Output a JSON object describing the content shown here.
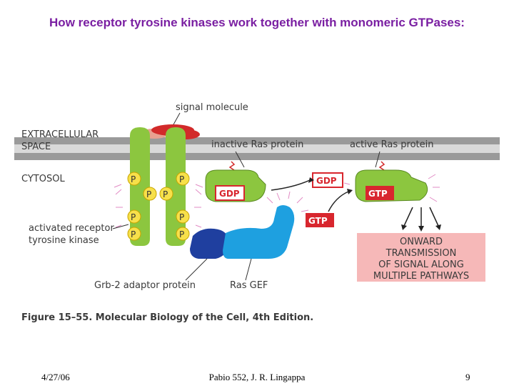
{
  "slide": {
    "title": "How receptor tyrosine kinases work together with monomeric GTPases:"
  },
  "figure": {
    "labels": {
      "signal_molecule": "signal molecule",
      "extracellular_space_line1": "EXTRACELLULAR",
      "extracellular_space_line2": "SPACE",
      "cytosol": "CYTOSOL",
      "inactive_ras": "inactive Ras protein",
      "active_ras": "active Ras protein",
      "activated_receptor_line1": "activated receptor",
      "activated_receptor_line2": "tyrosine kinase",
      "grb2": "Grb-2 adaptor protein",
      "ras_gef": "Ras GEF",
      "phospho": "P",
      "gdp_on_ras": "GDP",
      "gdp_released": "GDP",
      "gtp_incoming": "GTP",
      "gtp_on_ras": "GTP",
      "onward_line1": "ONWARD",
      "onward_line2": "TRANSMISSION",
      "onward_line3": "OF SIGNAL ALONG",
      "onward_line4": "MULTIPLE PATHWAYS",
      "caption": "Figure 15–55. Molecular Biology of the Cell, 4th Edition."
    },
    "colors": {
      "membrane": "#9a9a9a",
      "receptor": "#8cc63f",
      "receptor_dark": "#5a8a22",
      "phospho_fill": "#f7e04a",
      "signal": "#d22a2a",
      "signal_light": "#e8a090",
      "grb2": "#1f3f9f",
      "ras_gef": "#1ea0e0",
      "nucleotide_box": "#d8262e",
      "onward_box": "#f6b8b8",
      "label_text": "#3a3a3a",
      "title": "#7a1fa2"
    }
  },
  "footer": {
    "date": "4/27/06",
    "center": "Pabio 552,  J. R. Lingappa",
    "page": "9"
  }
}
